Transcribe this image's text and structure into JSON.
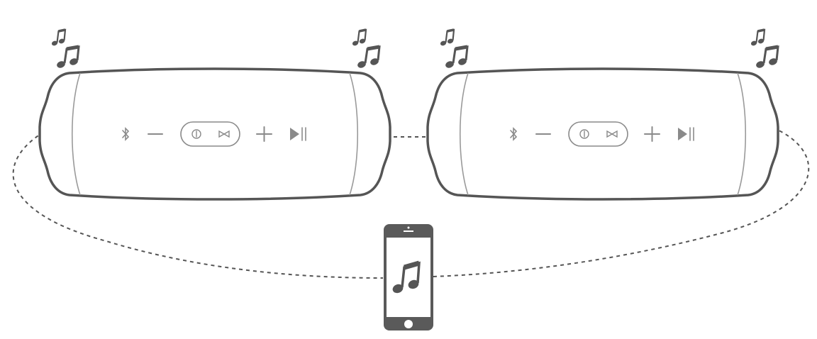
{
  "scene": {
    "description_labels": [],
    "speakers": [
      {
        "id": "speaker-left",
        "controls": [
          "bluetooth",
          "volume-down",
          "power",
          "connect",
          "volume-up",
          "play-pause"
        ]
      },
      {
        "id": "speaker-right",
        "controls": [
          "bluetooth",
          "volume-down",
          "power",
          "connect",
          "volume-up",
          "play-pause"
        ]
      }
    ],
    "source_device": "phone",
    "colors": {
      "outline": "#555555",
      "controls": "#8a8a8a",
      "phone": "#5a5a5a"
    }
  }
}
